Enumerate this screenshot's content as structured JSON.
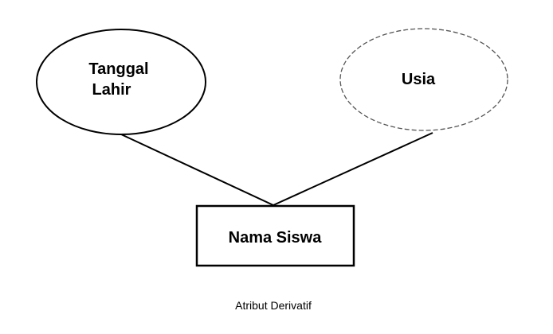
{
  "diagram": {
    "type": "er-diagram",
    "caption": "Atribut Derivatif",
    "entity": {
      "label": "Nama Siswa",
      "shape": "rectangle",
      "stroke": "#000000"
    },
    "attributes": [
      {
        "label_line1": "Tanggal",
        "label_line2": "Lahir",
        "shape": "ellipse",
        "style": "solid",
        "stroke": "#000000"
      },
      {
        "label": "Usia",
        "shape": "ellipse",
        "style": "dashed",
        "stroke": "#555555"
      }
    ],
    "connections": [
      {
        "from": "Tanggal Lahir",
        "to": "Nama Siswa"
      },
      {
        "from": "Usia",
        "to": "Nama Siswa"
      }
    ]
  }
}
